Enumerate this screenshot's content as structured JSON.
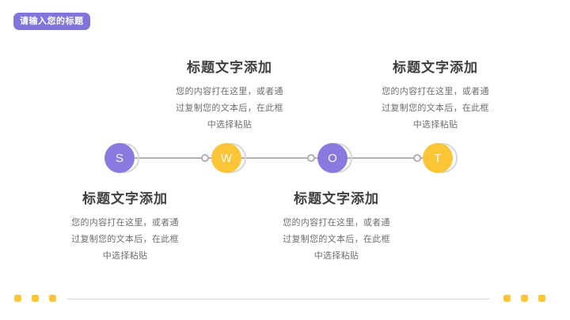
{
  "slide": {
    "badge": {
      "label": "请输入您的标题"
    },
    "timeline": {
      "nodes": [
        {
          "letter": "S",
          "color": "#8a7ae0"
        },
        {
          "letter": "W",
          "color": "#fcc437"
        },
        {
          "letter": "O",
          "color": "#8a7ae0"
        },
        {
          "letter": "T",
          "color": "#fcc437"
        }
      ]
    },
    "blocks": [
      {
        "title": "标题文字添加",
        "body_lines": [
          "您的内容打在这里，或者通",
          "过复制您的文本后，在此框",
          "中选择粘贴"
        ]
      },
      {
        "title": "标题文字添加",
        "body_lines": [
          "您的内容打在这里，或者通",
          "过复制您的文本后，在此框",
          "中选择粘贴"
        ]
      },
      {
        "title": "标题文字添加",
        "body_lines": [
          "您的内容打在这里，或者通",
          "过复制您的文本后，在此框",
          "中选择粘贴"
        ]
      },
      {
        "title": "标题文字添加",
        "body_lines": [
          "您的内容打在这里，或者通",
          "过复制您的文本后，在此框",
          "中选择粘贴"
        ]
      }
    ]
  },
  "colors": {
    "badge_bg": "#8075db",
    "accent_yellow": "#fcc437",
    "line_gray": "#b0b0b4",
    "title_text": "#3f3f3f",
    "body_text": "#6e6e6e"
  }
}
